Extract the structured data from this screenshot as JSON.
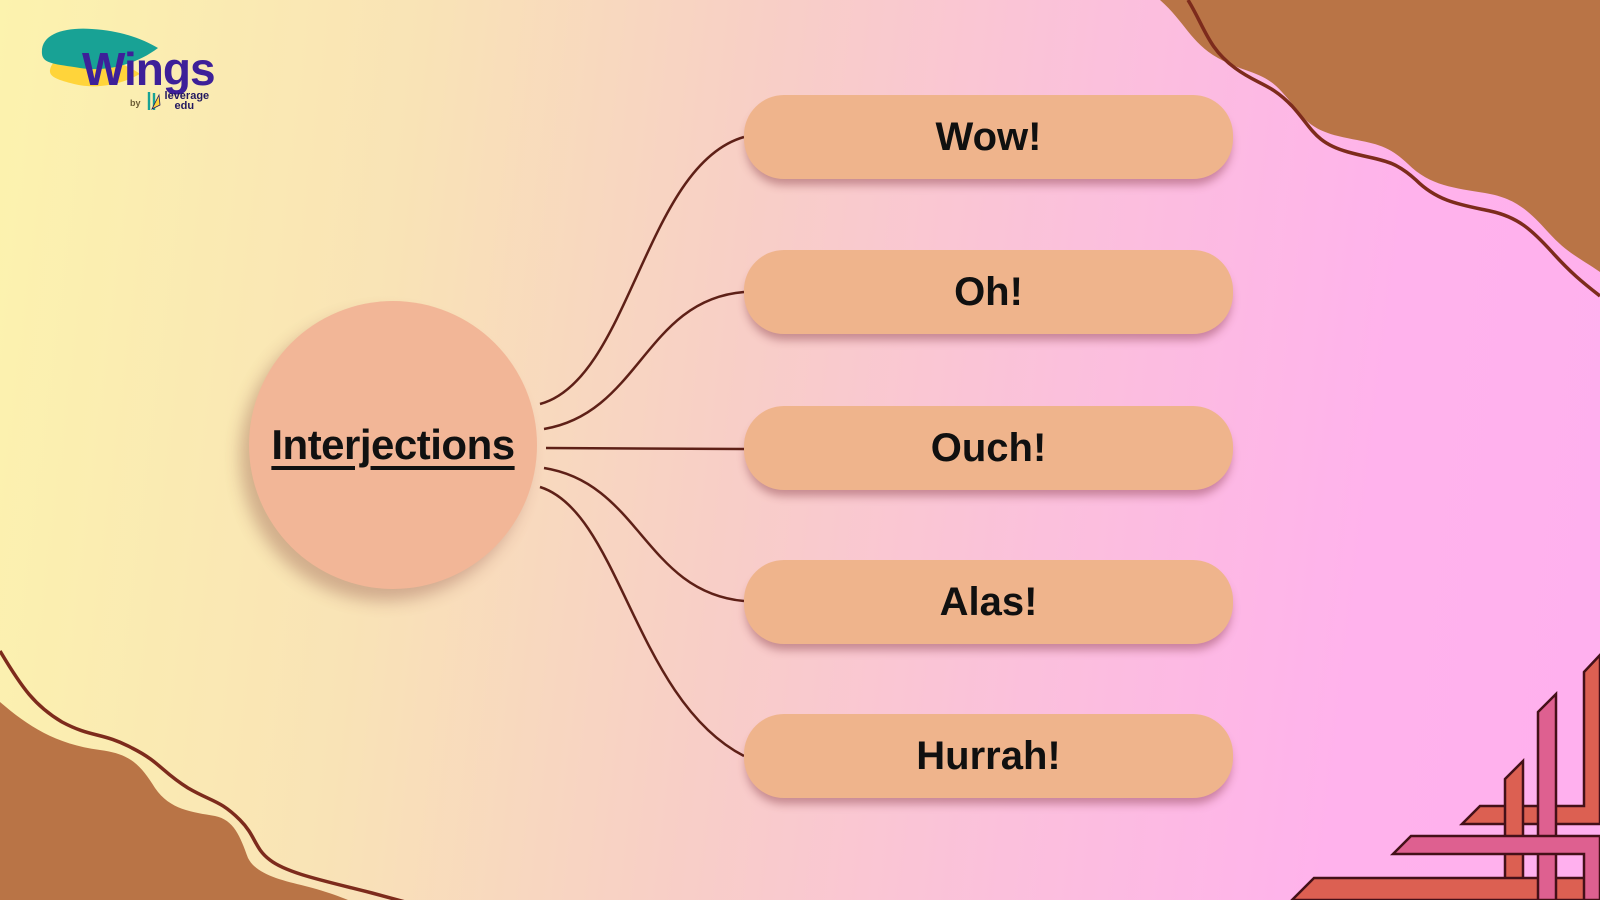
{
  "page": {
    "title": "Interjections"
  },
  "logo": {
    "brand": "Wings",
    "by": "by",
    "sub_line1": "leverage",
    "sub_line2": "edu"
  },
  "diagram": {
    "center": {
      "label": "Interjections"
    },
    "nodes": [
      {
        "label": "Wow!"
      },
      {
        "label": "Oh!"
      },
      {
        "label": "Ouch!"
      },
      {
        "label": "Alas!"
      },
      {
        "label": "Hurrah!"
      }
    ]
  },
  "colors": {
    "background_left": "#FCF3AE",
    "background_right": "#FFB2EC",
    "circle_fill": "#F2B697",
    "node_fill": "#EFB48C",
    "connector_line": "#5E2017",
    "corner_wave_brown": "#B97446",
    "corner_wave_accent": "#7D2B1C",
    "ornament_salmon": "#DC6052",
    "ornament_rose": "#DE6090",
    "brand_purple": "#3D2099",
    "brand_teal": "#18A295",
    "brand_yellow": "#FFD43A"
  }
}
